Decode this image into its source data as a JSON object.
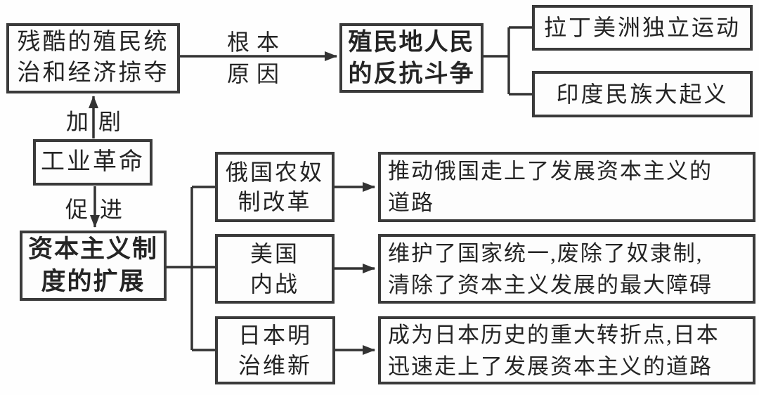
{
  "diagram": {
    "colors": {
      "line": "#333333",
      "box_border": "#3a3a3a",
      "text": "#242424",
      "background": "#fefefe"
    },
    "boxes": {
      "colonial_rule": {
        "lines": [
          "残酷的殖民统",
          "治和经济掠夺"
        ],
        "emphasis": false
      },
      "resistance": {
        "lines": [
          "殖民地人民",
          "的反抗斗争"
        ],
        "emphasis": true
      },
      "latin_america": {
        "lines": [
          "拉丁美洲独立运动"
        ],
        "emphasis": false
      },
      "india": {
        "lines": [
          "印度民族大起义"
        ],
        "emphasis": false
      },
      "industrial_revolution": {
        "lines": [
          "工业革命"
        ],
        "emphasis": false
      },
      "capitalism_expansion": {
        "lines": [
          "资本主义制",
          "度的扩展"
        ],
        "emphasis": true
      },
      "russia_reform": {
        "lines": [
          "俄国农奴",
          "制改革"
        ],
        "emphasis": false
      },
      "usa_civil_war": {
        "lines": [
          "美国",
          "内战"
        ],
        "emphasis": false
      },
      "japan_meiji": {
        "lines": [
          "日本明",
          "治维新"
        ],
        "emphasis": false
      },
      "russia_result": {
        "lines": [
          "推动俄国走上了发展资本主义的",
          "道路"
        ],
        "emphasis": false
      },
      "usa_result": {
        "lines": [
          "维护了国家统一,废除了奴隶制,",
          "清除了资本主义发展的最大障碍"
        ],
        "emphasis": false
      },
      "japan_result": {
        "lines": [
          "成为日本历史的重大转折点,日本",
          "迅速走上了发展资本主义的道路"
        ],
        "emphasis": false
      }
    },
    "edge_labels": {
      "root_cause": {
        "line1": "根本",
        "line2": "原因"
      },
      "intensify": {
        "left": "加",
        "right": "剧"
      },
      "promote": {
        "left": "促",
        "right": "进"
      }
    }
  }
}
